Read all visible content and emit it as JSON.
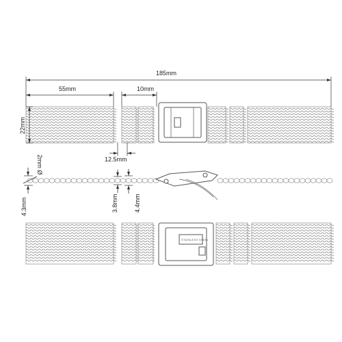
{
  "dimensions": {
    "total_length": "185mm",
    "end_section_length": "55mm",
    "clasp_link_length": "10mm",
    "width": "22mm",
    "link_segment_length": "12.5mm",
    "wire_diameter": "2mm Ø",
    "thickness_end": "4.3mm",
    "thickness_link_a": "3.8mm",
    "thickness_link_b": "4.4mm"
  },
  "clasp": {
    "stamp_text": "STAINLESS STEEL"
  },
  "colors": {
    "line": "#333333",
    "strap": "#7a7a7a",
    "background": "#ffffff"
  }
}
